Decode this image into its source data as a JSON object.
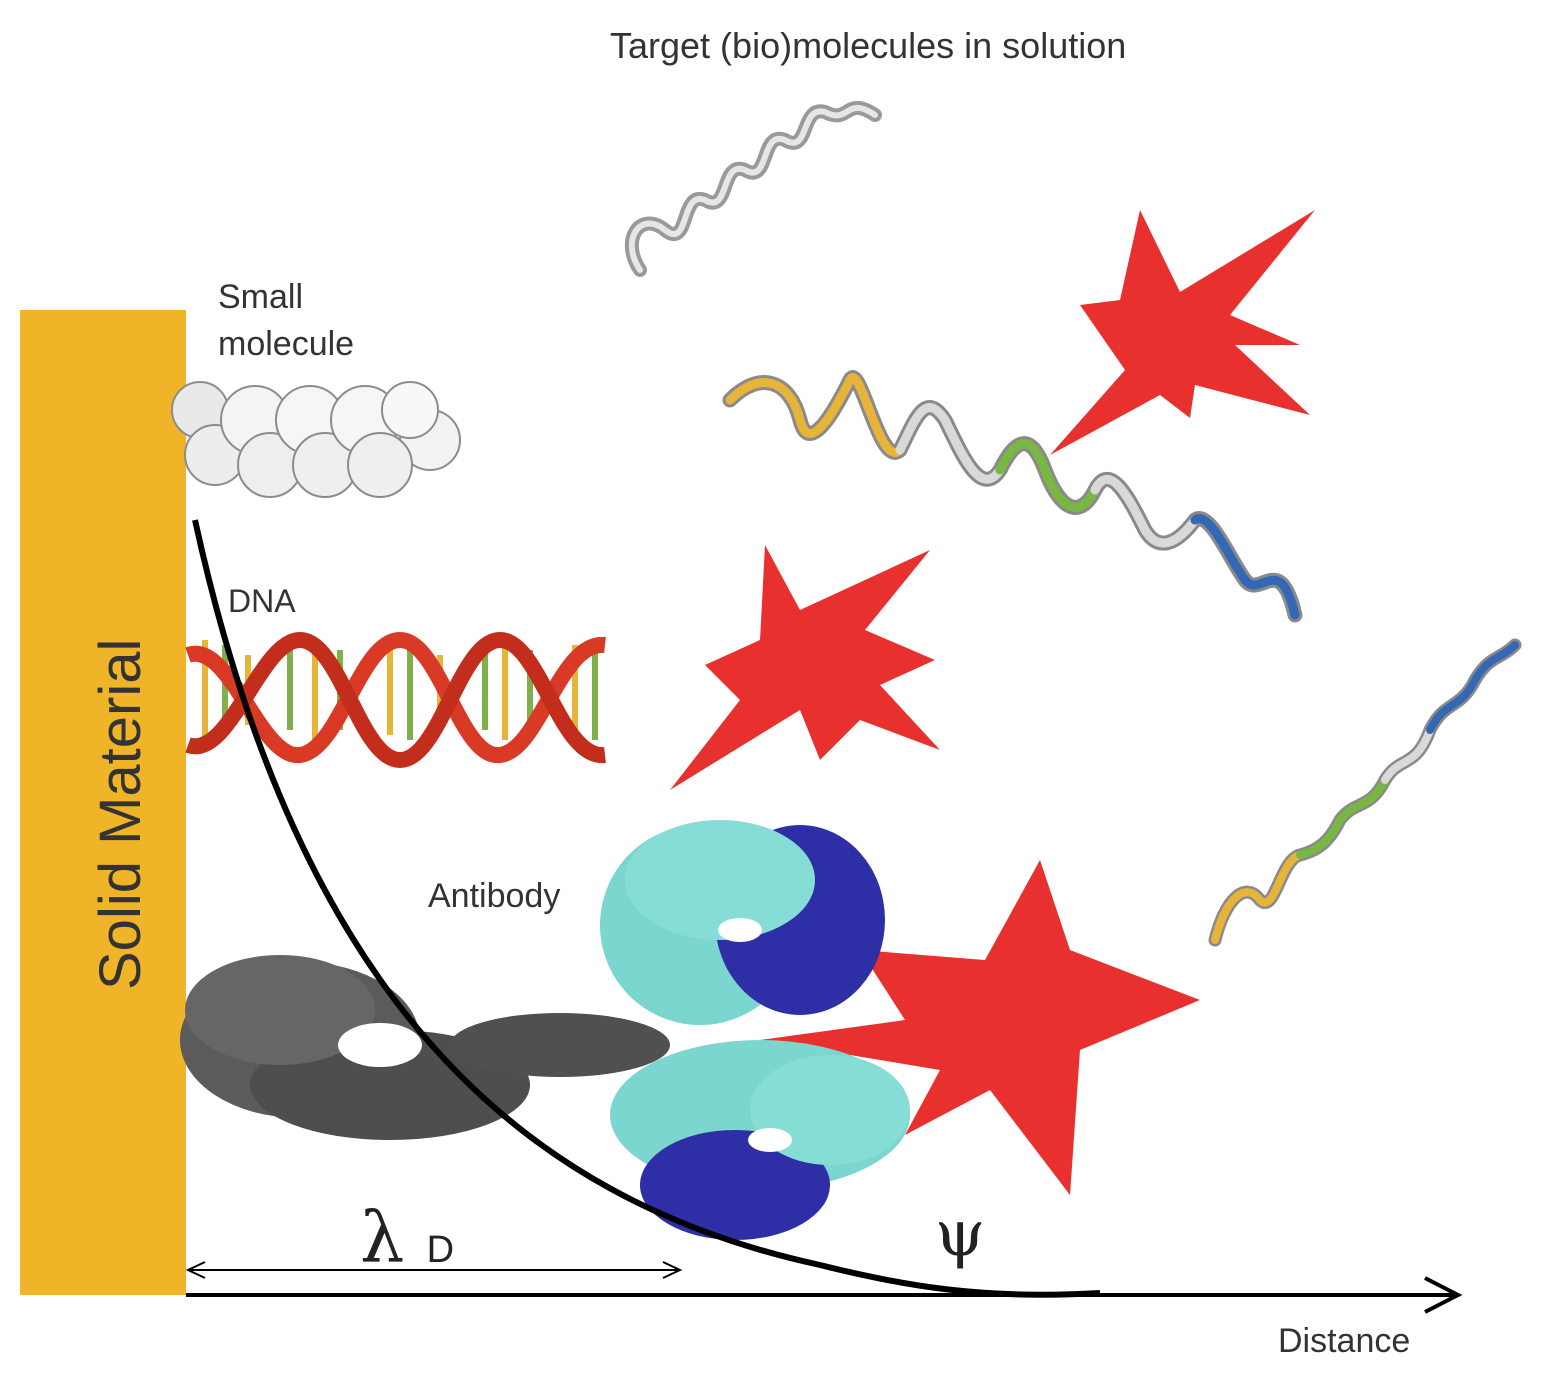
{
  "labels": {
    "top_title": "Target (bio)molecules in solution",
    "solid_material": "Solid Material",
    "small_molecule_line1": "Small",
    "small_molecule_line2": "molecule",
    "dna": "DNA",
    "antibody": "Antibody",
    "debye_length_symbol": "λ",
    "debye_length_subscript": "D",
    "potential_symbol": "ψ",
    "x_axis": "Distance"
  },
  "colors": {
    "solid_material": "#f0b429",
    "star": "#e8312f",
    "dna_backbone": "#d93a26",
    "antibody_light": "#7ad6cf",
    "antibody_dark": "#2e2ea6",
    "receptor_gray": "#5a5a5a",
    "curve": "#000000"
  },
  "icons": {
    "stars": "explosion-star-icon",
    "helices": "alpha-helix-icon",
    "dna": "double-helix-icon",
    "antibody": "antibody-icon",
    "small_molecule": "space-filling-molecule-icon"
  }
}
